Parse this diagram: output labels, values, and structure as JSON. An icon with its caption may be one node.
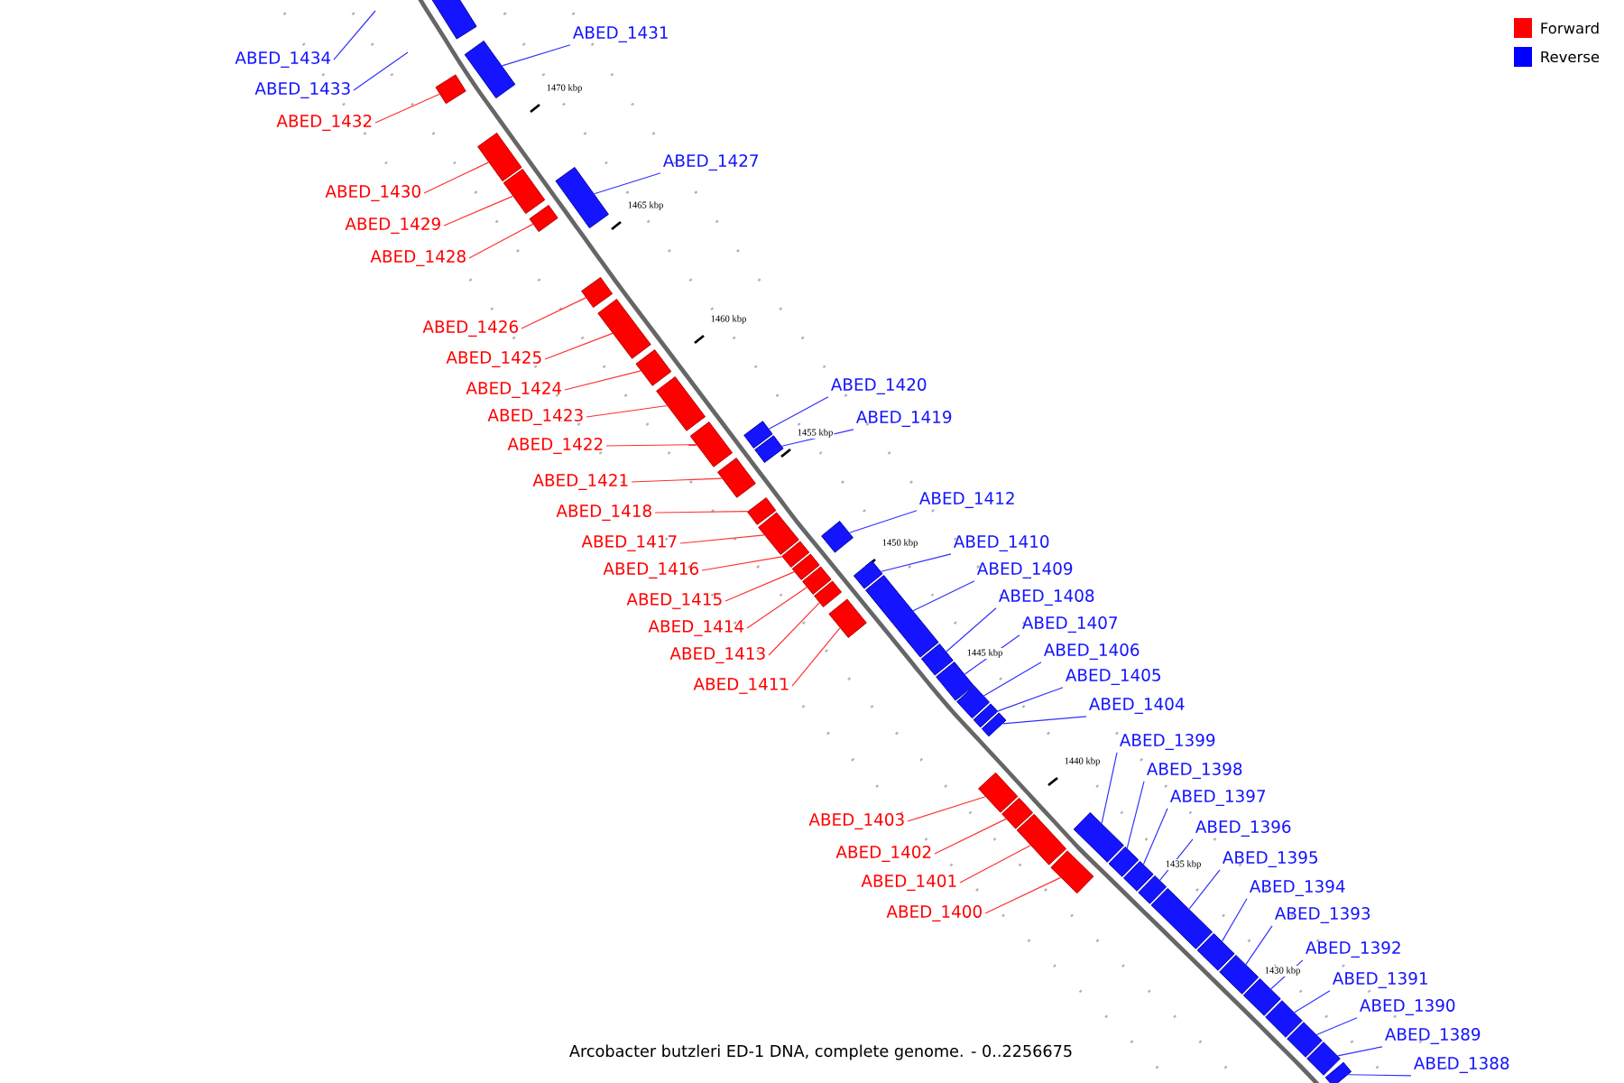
{
  "diagram": {
    "caption": "Arcobacter butzleri ED-1 DNA, complete genome. - 0..2256675",
    "nodes": [
      {
        "text": [
          "ABED_1431"
        ]
      },
      {
        "text": [
          "ABED_1434"
        ]
      },
      {
        "text": [
          "ABED_1433"
        ]
      },
      {
        "text": [
          "ABED_1432"
        ]
      },
      {
        "text": [
          "ABED_1427"
        ]
      },
      {
        "text": [
          "ABED_1430"
        ]
      },
      {
        "text": [
          "ABED_1429"
        ]
      },
      {
        "text": [
          "ABED_1428"
        ]
      },
      {
        "text": [
          "ABED_1426"
        ]
      },
      {
        "text": [
          "ABED_1425"
        ]
      },
      {
        "text": [
          "ABED_1420"
        ]
      },
      {
        "text": [
          "ABED_1424"
        ]
      },
      {
        "text": [
          "ABED_1423"
        ]
      },
      {
        "text": [
          "ABED_1419"
        ]
      },
      {
        "text": [
          "ABED_1422"
        ]
      },
      {
        "text": [
          "ABED_1421"
        ]
      },
      {
        "text": [
          "ABED_1412"
        ]
      },
      {
        "text": [
          "ABED_1418"
        ]
      },
      {
        "text": [
          "ABED_1417"
        ]
      },
      {
        "text": [
          "ABED_1410"
        ]
      },
      {
        "text": [
          "ABED_1416"
        ]
      },
      {
        "text": [
          "ABED_1409"
        ]
      },
      {
        "text": [
          "ABED_1408"
        ]
      },
      {
        "text": [
          "ABED_1415"
        ]
      },
      {
        "text": [
          "ABED_1407"
        ]
      },
      {
        "text": [
          "ABED_1414"
        ]
      },
      {
        "text": [
          "ABED_1406"
        ]
      },
      {
        "text": [
          "ABED_1413"
        ]
      },
      {
        "text": [
          "ABED_1405"
        ]
      },
      {
        "text": [
          "ABED_1411"
        ]
      },
      {
        "text": [
          "ABED_1404"
        ]
      },
      {
        "text": [
          "ABED_1399"
        ]
      },
      {
        "text": [
          "ABED_1398"
        ]
      },
      {
        "text": [
          "ABED_1397"
        ]
      },
      {
        "text": [
          "ABED_1403"
        ]
      },
      {
        "text": [
          "ABED_1396"
        ]
      },
      {
        "text": [
          "ABED_1402"
        ]
      },
      {
        "text": [
          "ABED_1395"
        ]
      },
      {
        "text": [
          "ABED_1401"
        ]
      },
      {
        "text": [
          "ABED_1394"
        ]
      },
      {
        "text": [
          "ABED_1400"
        ]
      },
      {
        "text": [
          "ABED_1393"
        ]
      },
      {
        "text": [
          "ABED_1392"
        ]
      },
      {
        "text": [
          "ABED_1391"
        ]
      },
      {
        "text": [
          "ABED_1390"
        ]
      },
      {
        "text": [
          "ABED_1389"
        ]
      },
      {
        "text": [
          "ABED_1388"
        ]
      },
      {
        "text": [],
        "shape": "bar"
      },
      {
        "text": [],
        "shape": "bar"
      },
      {
        "text": [],
        "shape": "bar"
      },
      {
        "text": [],
        "shape": "bar"
      },
      {
        "text": [],
        "shape": "bar"
      },
      {
        "text": [],
        "shape": "bar"
      },
      {
        "text": [],
        "shape": "bar"
      },
      {
        "text": [],
        "shape": "bar"
      },
      {
        "text": [],
        "shape": "bar"
      },
      {
        "text": [],
        "shape": "bar"
      },
      {
        "text": [],
        "shape": "bar"
      },
      {
        "text": [],
        "shape": "bar"
      },
      {
        "text": [],
        "shape": "bar"
      },
      {
        "text": [],
        "shape": "bar"
      },
      {
        "text": [],
        "shape": "bar"
      },
      {
        "text": [],
        "shape": "bar"
      },
      {
        "text": [],
        "shape": "bar"
      },
      {
        "text": [],
        "shape": "bar"
      },
      {
        "text": [],
        "shape": "bar"
      },
      {
        "text": [],
        "shape": "bar"
      },
      {
        "text": [],
        "shape": "bar"
      },
      {
        "text": [],
        "shape": "bar"
      },
      {
        "text": [],
        "shape": "bar"
      },
      {
        "text": [],
        "shape": "bar"
      },
      {
        "text": [],
        "shape": "bar"
      },
      {
        "text": [],
        "shape": "bar"
      },
      {
        "text": [],
        "shape": "bar"
      },
      {
        "text": [],
        "shape": "bar"
      },
      {
        "text": [],
        "shape": "bar"
      },
      {
        "text": [],
        "shape": "bar"
      },
      {
        "text": [],
        "shape": "bar"
      },
      {
        "text": [],
        "shape": "bar"
      },
      {
        "text": [],
        "shape": "bar"
      },
      {
        "text": [],
        "shape": "bar"
      },
      {
        "text": [],
        "shape": "bar"
      },
      {
        "text": [],
        "shape": "bar"
      },
      {
        "text": [],
        "shape": "bar"
      },
      {
        "text": [],
        "shape": "bar"
      },
      {
        "text": [],
        "shape": "bar"
      },
      {
        "text": [],
        "shape": "bar"
      },
      {
        "text": [],
        "shape": "bar"
      },
      {
        "text": [],
        "shape": "bar"
      },
      {
        "text": [],
        "shape": "bar"
      },
      {
        "text": [],
        "shape": "bar"
      },
      {
        "text": [],
        "shape": "bar"
      },
      {
        "text": [],
        "shape": "bar"
      }
    ],
    "edges": [
      {
        "from": 0,
        "to": 48,
        "arrow": "none",
        "color": "#3030ff"
      },
      {
        "from": 1,
        "to": null,
        "arrow": "none",
        "color": "#3030ff"
      },
      {
        "from": 2,
        "to": null,
        "arrow": "none",
        "color": "#3030ff"
      },
      {
        "from": 3,
        "to": 49,
        "arrow": "none",
        "color": "#ff3030"
      },
      {
        "from": 4,
        "to": 52,
        "arrow": "none",
        "color": "#3030ff"
      },
      {
        "from": 5,
        "to": 50,
        "arrow": "none",
        "color": "#ff3030"
      },
      {
        "from": 6,
        "to": 51,
        "arrow": "none",
        "color": "#ff3030"
      },
      {
        "from": 7,
        "to": 53,
        "arrow": "none",
        "color": "#ff3030"
      },
      {
        "from": 8,
        "to": 54,
        "arrow": "none",
        "color": "#ff3030"
      },
      {
        "from": 9,
        "to": 55,
        "arrow": "none",
        "color": "#ff3030"
      },
      {
        "from": 10,
        "to": 59,
        "arrow": "none",
        "color": "#3030ff"
      },
      {
        "from": 11,
        "to": 56,
        "arrow": "none",
        "color": "#ff3030"
      },
      {
        "from": 12,
        "to": 57,
        "arrow": "none",
        "color": "#ff3030"
      },
      {
        "from": 13,
        "to": 61,
        "arrow": "none",
        "color": "#3030ff"
      },
      {
        "from": 14,
        "to": 58,
        "arrow": "none",
        "color": "#ff3030"
      },
      {
        "from": 15,
        "to": 60,
        "arrow": "none",
        "color": "#ff3030"
      },
      {
        "from": 16,
        "to": 65,
        "arrow": "none",
        "color": "#3030ff"
      },
      {
        "from": 17,
        "to": 62,
        "arrow": "none",
        "color": "#ff3030"
      },
      {
        "from": 18,
        "to": 63,
        "arrow": "none",
        "color": "#ff3030"
      },
      {
        "from": 19,
        "to": 69,
        "arrow": "none",
        "color": "#3030ff"
      },
      {
        "from": 20,
        "to": 64,
        "arrow": "none",
        "color": "#ff3030"
      },
      {
        "from": 21,
        "to": 71,
        "arrow": "none",
        "color": "#3030ff"
      },
      {
        "from": 22,
        "to": 72,
        "arrow": "none",
        "color": "#3030ff"
      },
      {
        "from": 23,
        "to": 66,
        "arrow": "none",
        "color": "#ff3030"
      },
      {
        "from": 24,
        "to": 73,
        "arrow": "none",
        "color": "#3030ff"
      },
      {
        "from": 25,
        "to": 67,
        "arrow": "none",
        "color": "#ff3030"
      },
      {
        "from": 26,
        "to": 74,
        "arrow": "none",
        "color": "#3030ff"
      },
      {
        "from": 27,
        "to": 68,
        "arrow": "none",
        "color": "#ff3030"
      },
      {
        "from": 28,
        "to": 75,
        "arrow": "none",
        "color": "#3030ff"
      },
      {
        "from": 29,
        "to": 70,
        "arrow": "none",
        "color": "#ff3030"
      },
      {
        "from": 30,
        "to": 76,
        "arrow": "none",
        "color": "#3030ff"
      },
      {
        "from": 31,
        "to": 81,
        "arrow": "none",
        "color": "#3030ff"
      },
      {
        "from": 32,
        "to": 82,
        "arrow": "none",
        "color": "#3030ff"
      },
      {
        "from": 33,
        "to": 83,
        "arrow": "none",
        "color": "#3030ff"
      },
      {
        "from": 34,
        "to": 77,
        "arrow": "none",
        "color": "#ff3030"
      },
      {
        "from": 35,
        "to": 84,
        "arrow": "none",
        "color": "#3030ff"
      },
      {
        "from": 36,
        "to": 78,
        "arrow": "none",
        "color": "#ff3030"
      },
      {
        "from": 37,
        "to": 85,
        "arrow": "none",
        "color": "#3030ff"
      },
      {
        "from": 38,
        "to": 79,
        "arrow": "none",
        "color": "#ff3030"
      },
      {
        "from": 39,
        "to": 86,
        "arrow": "none",
        "color": "#3030ff"
      },
      {
        "from": 40,
        "to": 80,
        "arrow": "none",
        "color": "#ff3030"
      },
      {
        "from": 41,
        "to": 87,
        "arrow": "none",
        "color": "#3030ff"
      },
      {
        "from": 42,
        "to": 88,
        "arrow": "none",
        "color": "#3030ff"
      },
      {
        "from": 43,
        "to": 89,
        "arrow": "none",
        "color": "#3030ff"
      },
      {
        "from": 44,
        "to": 90,
        "arrow": "none",
        "color": "#3030ff"
      },
      {
        "from": 45,
        "to": 91,
        "arrow": "none",
        "color": "#3030ff"
      },
      {
        "from": 46,
        "to": 92,
        "arrow": "none",
        "color": "#3030ff"
      }
    ],
    "labels": [
      "1470 kbp",
      "1465 kbp",
      "1460 kbp",
      "1455 kbp",
      "1450 kbp",
      "1445 kbp",
      "1440 kbp",
      "1435 kbp",
      "1430 kbp"
    ],
    "legend": [
      {
        "text": "Forward",
        "color": "#ff0000"
      },
      {
        "text": "Reverse",
        "color": "#0000ff"
      }
    ]
  }
}
